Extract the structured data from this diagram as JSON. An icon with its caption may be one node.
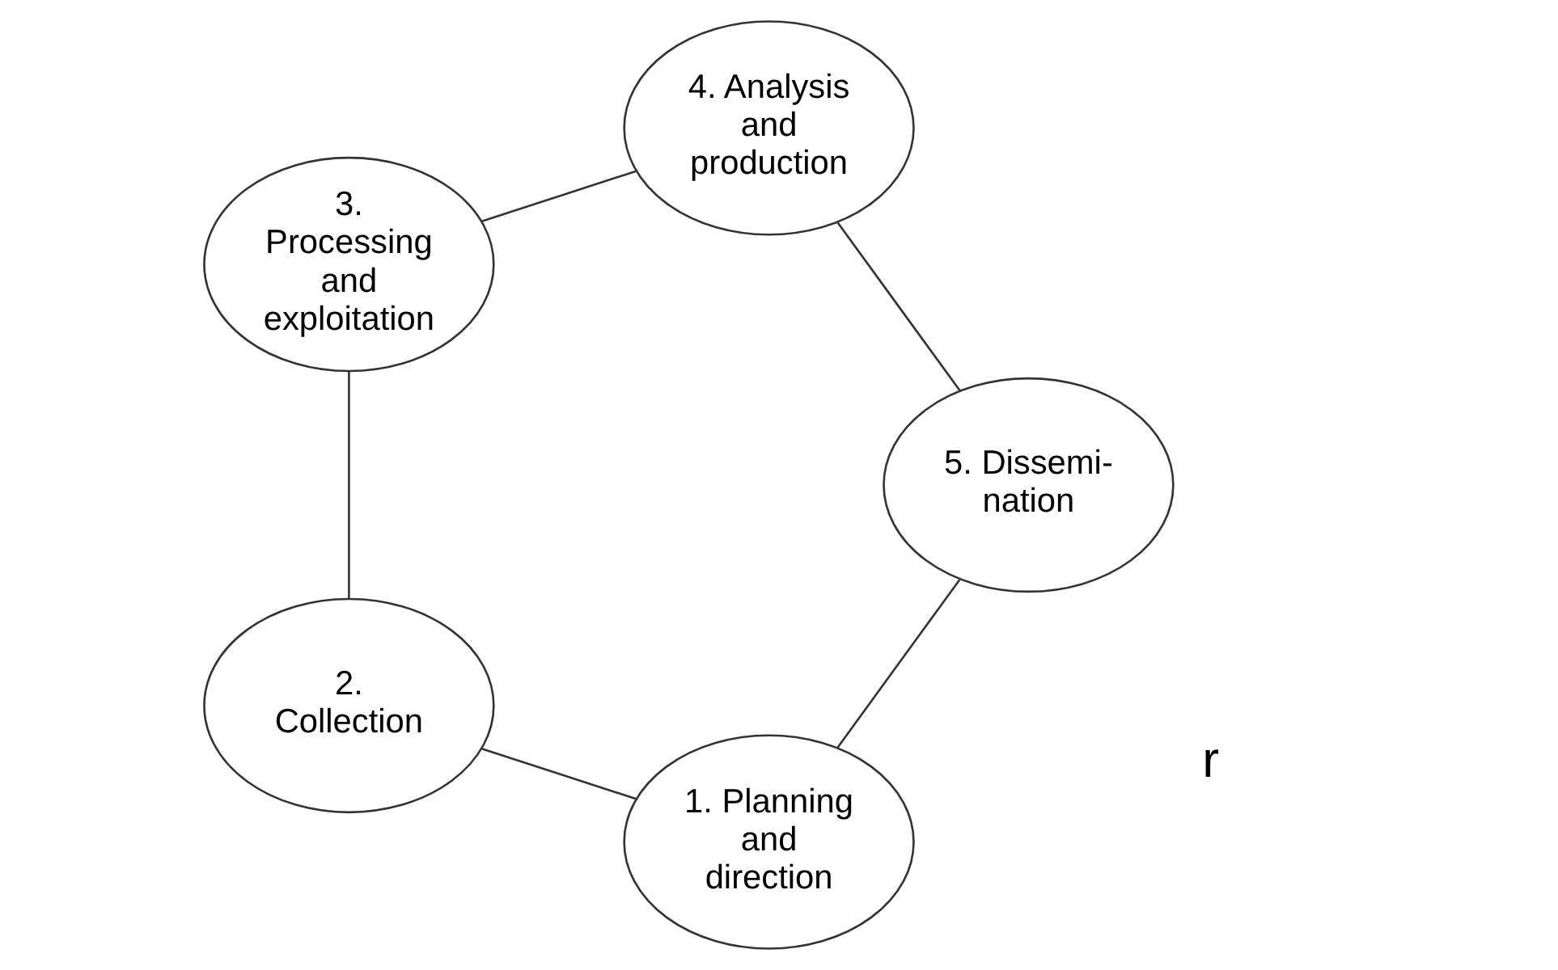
{
  "diagram": {
    "nodes": [
      {
        "text": [
          "1. Planning and direction"
        ]
      },
      {
        "text": [
          "2. Collection"
        ]
      },
      {
        "text": [
          "3. Processing and exploitation"
        ]
      },
      {
        "text": [
          "4. Analysis and production"
        ]
      },
      {
        "text": [
          "5. Dissemi- nation"
        ]
      }
    ],
    "edges": [
      {
        "from": 0,
        "to": 1,
        "arrow": "none"
      },
      {
        "from": 1,
        "to": 2,
        "arrow": "none"
      },
      {
        "from": 2,
        "to": 3,
        "arrow": "none"
      },
      {
        "from": 3,
        "to": 4,
        "arrow": "none"
      },
      {
        "from": 4,
        "to": 0,
        "arrow": "none"
      }
    ],
    "labels": [
      "r"
    ]
  }
}
